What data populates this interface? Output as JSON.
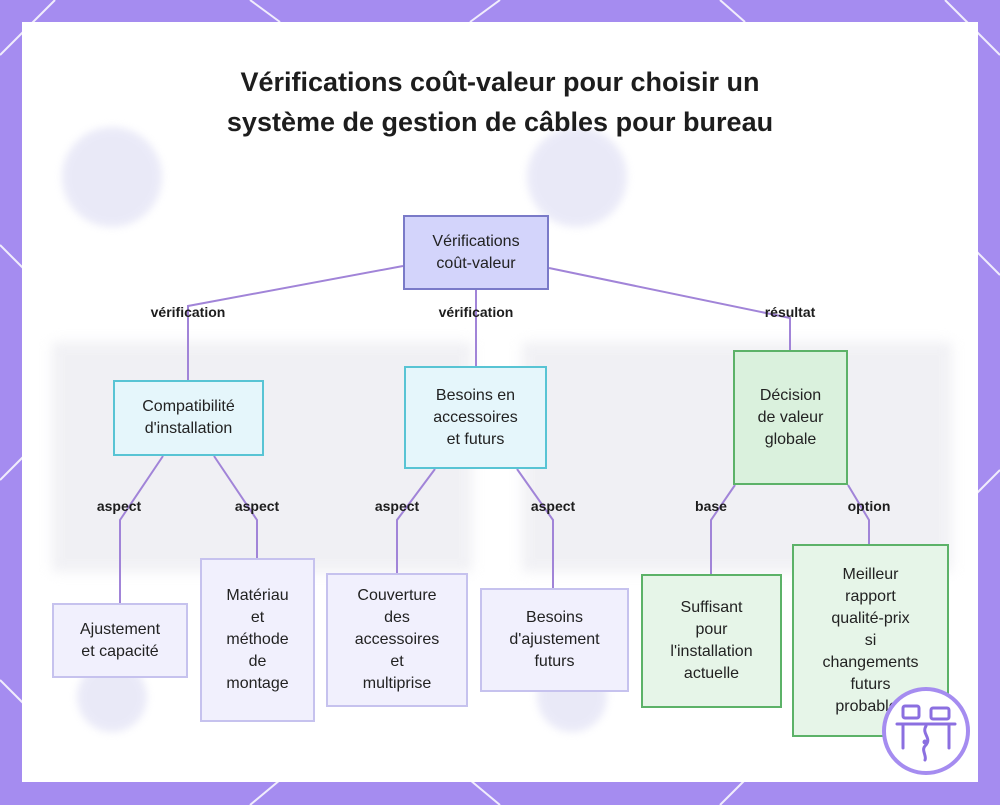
{
  "diagram": {
    "title": "Vérifications coût-valeur pour choisir un système de gestion de câbles pour bureau",
    "nodes": {
      "root": "Vérifications\ncoût-valeur",
      "compat": "Compatibilité\nd'installation",
      "besoins": "Besoins en\naccessoires\net futurs",
      "decision": "Décision\nde valeur\nglobale",
      "ajustement": "Ajustement\net capacité",
      "materiau": "Matériau\net\nméthode\nde\nmontage",
      "couverture": "Couverture\ndes\naccessoires\net\nmultiprise",
      "besoins_ajust": "Besoins\nd'ajustement\nfuturs",
      "suffisant": "Suffisant\npour\nl'installation\nactuelle",
      "meilleur": "Meilleur\nrapport\nqualité-prix\nsi\nchangements\nfuturs\nprobables"
    },
    "edge_labels": {
      "root_compat": "vérification",
      "root_besoins": "vérification",
      "root_decision": "résultat",
      "compat_ajustement": "aspect",
      "compat_materiau": "aspect",
      "besoins_couverture": "aspect",
      "besoins_ajust": "aspect",
      "decision_suffisant": "base",
      "decision_meilleur": "option"
    }
  },
  "colors": {
    "frame": "#a58cf0",
    "edge": "#a184d8",
    "root_fill": "#d3d4fb",
    "teal_border": "#58c4d4",
    "green_border": "#5cb268"
  },
  "icons": {
    "logo": "desk-cable-logo-icon"
  }
}
